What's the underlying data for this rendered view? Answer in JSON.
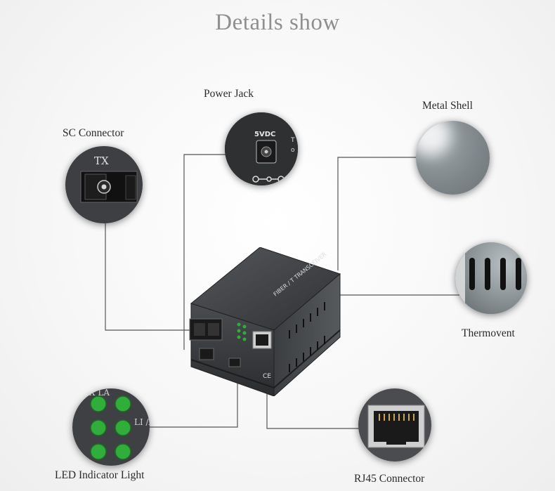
{
  "title": "Details show",
  "labels": {
    "power_jack": "Power Jack",
    "sc_connector": "SC Connector",
    "metal_shell": "Metal Shell",
    "thermovent": "Thermovent",
    "led_indicator": "LED Indicator Light",
    "rj45_connector": "RJ45 Connector"
  },
  "insets": {
    "power_jack_text": "5VDC",
    "sc_tx_text": "TX",
    "led_text_top": "X  LA",
    "led_text_right": "LI /A"
  },
  "device": {
    "top_label": "FIBER / T TRANSCEIVER",
    "ce_mark": "CE"
  },
  "colors": {
    "title": "#8f8f8f",
    "leader_line": "#555555",
    "device_body": "#3a3c3e",
    "led_green": "#2fae3a"
  }
}
